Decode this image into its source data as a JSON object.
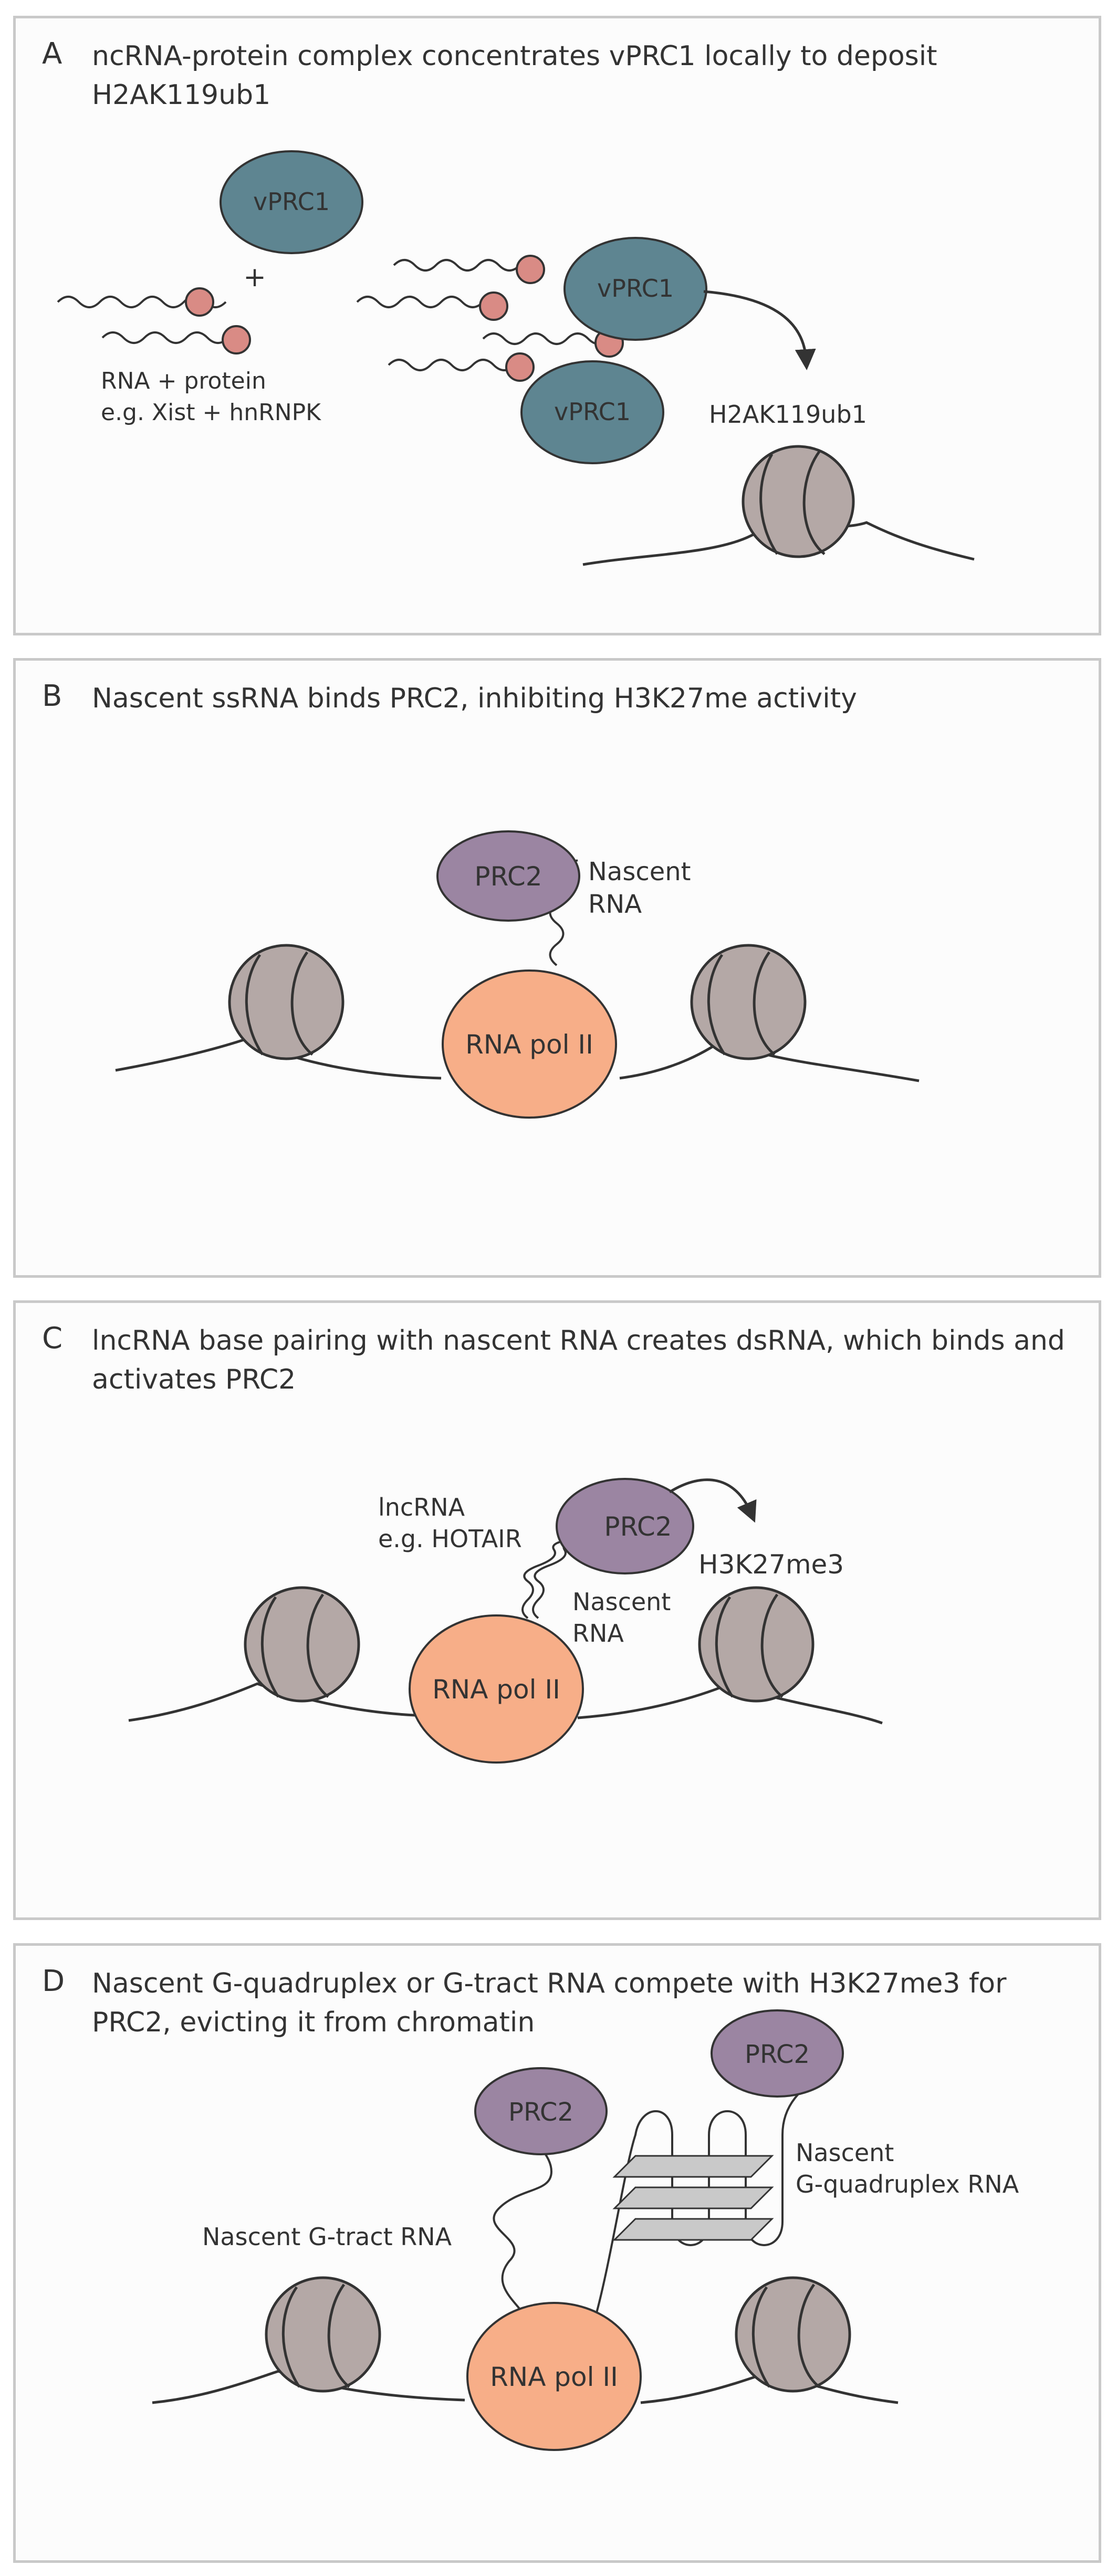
{
  "colors": {
    "vprc1": "#5e8591",
    "prc2": "#9b85a2",
    "rna_pol": "#f7ae88",
    "nucleosome": "#b4a8a6",
    "protein_dot": "#d98b85",
    "line": "#333333",
    "quadruplex": "#c9c9c9"
  },
  "panels": [
    {
      "letter": "A",
      "title": "ncRNA-protein complex concentrates vPRC1 locally to deposit H2AK119ub1",
      "labels": {
        "vprc1": "vPRC1",
        "plus": "+",
        "rna_protein": "RNA + protein",
        "example": "e.g. Xist + hnRNPK",
        "mark": "H2AK119ub1"
      }
    },
    {
      "letter": "B",
      "title": "Nascent ssRNA binds PRC2, inhibiting H3K27me activity",
      "labels": {
        "prc2": "PRC2",
        "nascent_line1": "Nascent",
        "nascent_line2": "RNA",
        "rna_pol": "RNA pol II"
      }
    },
    {
      "letter": "C",
      "title": "lncRNA base pairing with nascent RNA creates dsRNA, which binds and activates PRC2",
      "labels": {
        "lncrna_line1": "lncRNA",
        "lncrna_line2": "e.g. HOTAIR",
        "prc2": "PRC2",
        "mark": "H3K27me3",
        "nascent_line1": "Nascent",
        "nascent_line2": "RNA",
        "rna_pol": "RNA pol II"
      }
    },
    {
      "letter": "D",
      "title": "Nascent G-quadruplex or G-tract RNA compete with H3K27me3 for PRC2, evicting it from chromatin",
      "labels": {
        "prc2": "PRC2",
        "g_tract": "Nascent G-tract RNA",
        "gq_line1": "Nascent",
        "gq_line2": "G-quadruplex RNA",
        "rna_pol": "RNA pol II"
      }
    }
  ]
}
